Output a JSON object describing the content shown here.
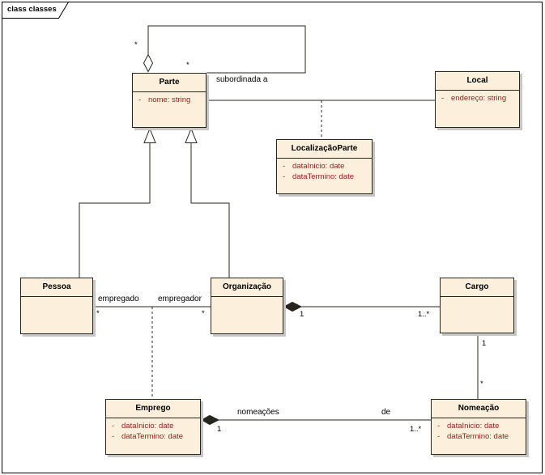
{
  "frame": {
    "label": "class classes"
  },
  "colors": {
    "class_fill": "#FCEFDB",
    "class_border": "#26261F",
    "attribute_text": "#981B1E",
    "line": "#26261F",
    "shadow": "#C6C6C6",
    "background": "#FFFFFF"
  },
  "classes": [
    {
      "name": "Parte",
      "attributes": [
        {
          "vis": "-",
          "text": "nome: string"
        }
      ]
    },
    {
      "name": "Local",
      "attributes": [
        {
          "vis": "-",
          "text": "endereço: string"
        }
      ]
    },
    {
      "name": "LocalizaçãoParte",
      "attributes": [
        {
          "vis": "-",
          "text": "dataInicio: date"
        },
        {
          "vis": "-",
          "text": "dataTermino: date"
        }
      ]
    },
    {
      "name": "Pessoa",
      "attributes": []
    },
    {
      "name": "Organização",
      "attributes": []
    },
    {
      "name": "Cargo",
      "attributes": []
    },
    {
      "name": "Emprego",
      "attributes": [
        {
          "vis": "-",
          "text": "dataInicio: date"
        },
        {
          "vis": "-",
          "text": "dataTermino: date"
        }
      ]
    },
    {
      "name": "Nomeação",
      "attributes": [
        {
          "vis": "-",
          "text": "dataInicio: date"
        },
        {
          "vis": "-",
          "text": "dataTermino: date"
        }
      ]
    }
  ],
  "labels": {
    "subordinada_a": "subordinada a",
    "self_mult_source": "*",
    "self_mult_target": "*",
    "empregado": "empregado",
    "empregador": "empregador",
    "pessoa_mult": "*",
    "organizacao_mult": "*",
    "org_cargo_source_mult": "1",
    "org_cargo_target_mult": "1..*",
    "cargo_nomeacao_source_mult": "1",
    "cargo_nomeacao_target_mult": "*",
    "nomeacoes": "nomeações",
    "de": "de",
    "emprego_nomeacao_source_mult": "1",
    "emprego_nomeacao_target_mult": "1..*"
  }
}
